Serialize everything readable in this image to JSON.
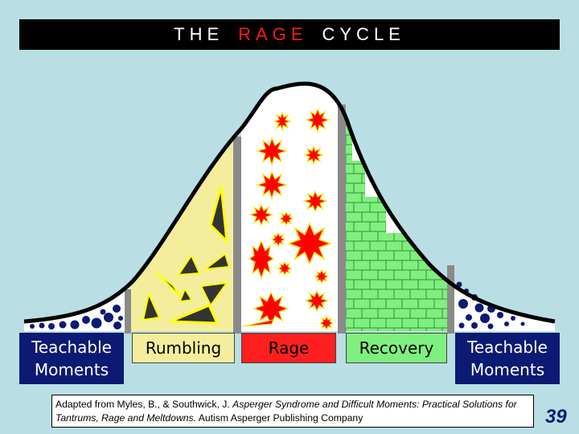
{
  "title": {
    "word1": "THE",
    "word2": "RAGE",
    "word3": "CYCLE"
  },
  "colors": {
    "background": "#b9dfe4",
    "rumbling": "#f4ee9c",
    "rage": "#ff1f1f",
    "recovery": "#7ff07f",
    "teachable": "#0d1a73",
    "title_accent": "#ff1a1a"
  },
  "stages": [
    {
      "key": "teachable-left",
      "line1": "Teachable",
      "line2": "Moments"
    },
    {
      "key": "rumbling",
      "label": "Rumbling"
    },
    {
      "key": "rage",
      "label": "Rage"
    },
    {
      "key": "recovery",
      "label": "Recovery"
    },
    {
      "key": "teachable-right",
      "line1": "Teachable",
      "line2": "Moments"
    }
  ],
  "citation": {
    "prefix": "Adapted from Myles, B., & Southwick, J. ",
    "book_title": "Asperger Syndrome and Difficult Moments: Practical Solutions for Tantrums, Rage and Meltdowns.",
    "suffix": " Autism Asperger Publishing Company"
  },
  "page_number": "39"
}
